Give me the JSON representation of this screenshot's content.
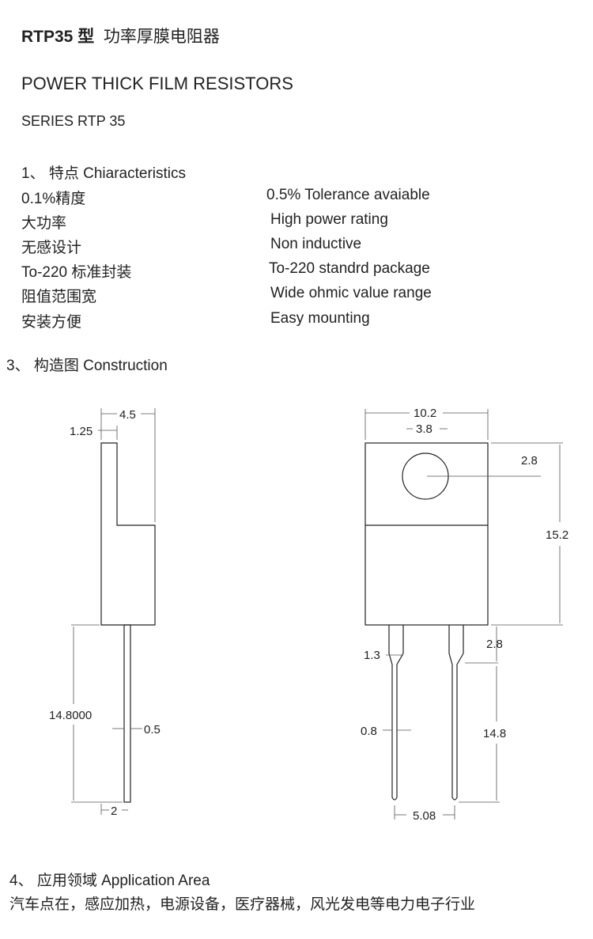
{
  "header": {
    "title_model": "RTP35 型",
    "title_cn": "功率厚膜电阻器",
    "subtitle": "POWER THICK FILM RESISTORS",
    "series": "SERIES RTP 35"
  },
  "characteristics": {
    "heading": "1、 特点  Chiaracteristics",
    "rows": [
      {
        "cn": "0.1%精度",
        "en": "0.5% Tolerance avaiable"
      },
      {
        "cn": "大功率",
        "en": "High power rating"
      },
      {
        "cn": "无感设计",
        "en": "Non inductive"
      },
      {
        "cn": "To-220 标准封装",
        "en": "To-220 standrd package"
      },
      {
        "cn": "阻值范围宽",
        "en": "Wide ohmic value range"
      },
      {
        "cn": "安装方便",
        "en": "Easy mounting"
      }
    ]
  },
  "construction": {
    "heading": "3、 构造图 Construction",
    "side_view": {
      "width_label": "4.5",
      "thickness_label": "1.25",
      "lead_length_label": "14.8000",
      "lead_width_label": "0.5",
      "lead_offset_label": "2"
    },
    "front_view": {
      "width_label": "10.2",
      "hole_offset_label": "3.8",
      "hole_height_label": "2.8",
      "body_height_label": "15.2",
      "lead_shoulder_label": "1.3",
      "shoulder_length_label": "2.8",
      "lead_width_label": "0.8",
      "lead_length_label": "14.8",
      "pitch_label": "5.08"
    }
  },
  "application": {
    "heading": "4、 应用领域  Application Area",
    "text": "汽车点在，感应加热，电源设备，医疗器械，风光发电等电力电子行业"
  }
}
